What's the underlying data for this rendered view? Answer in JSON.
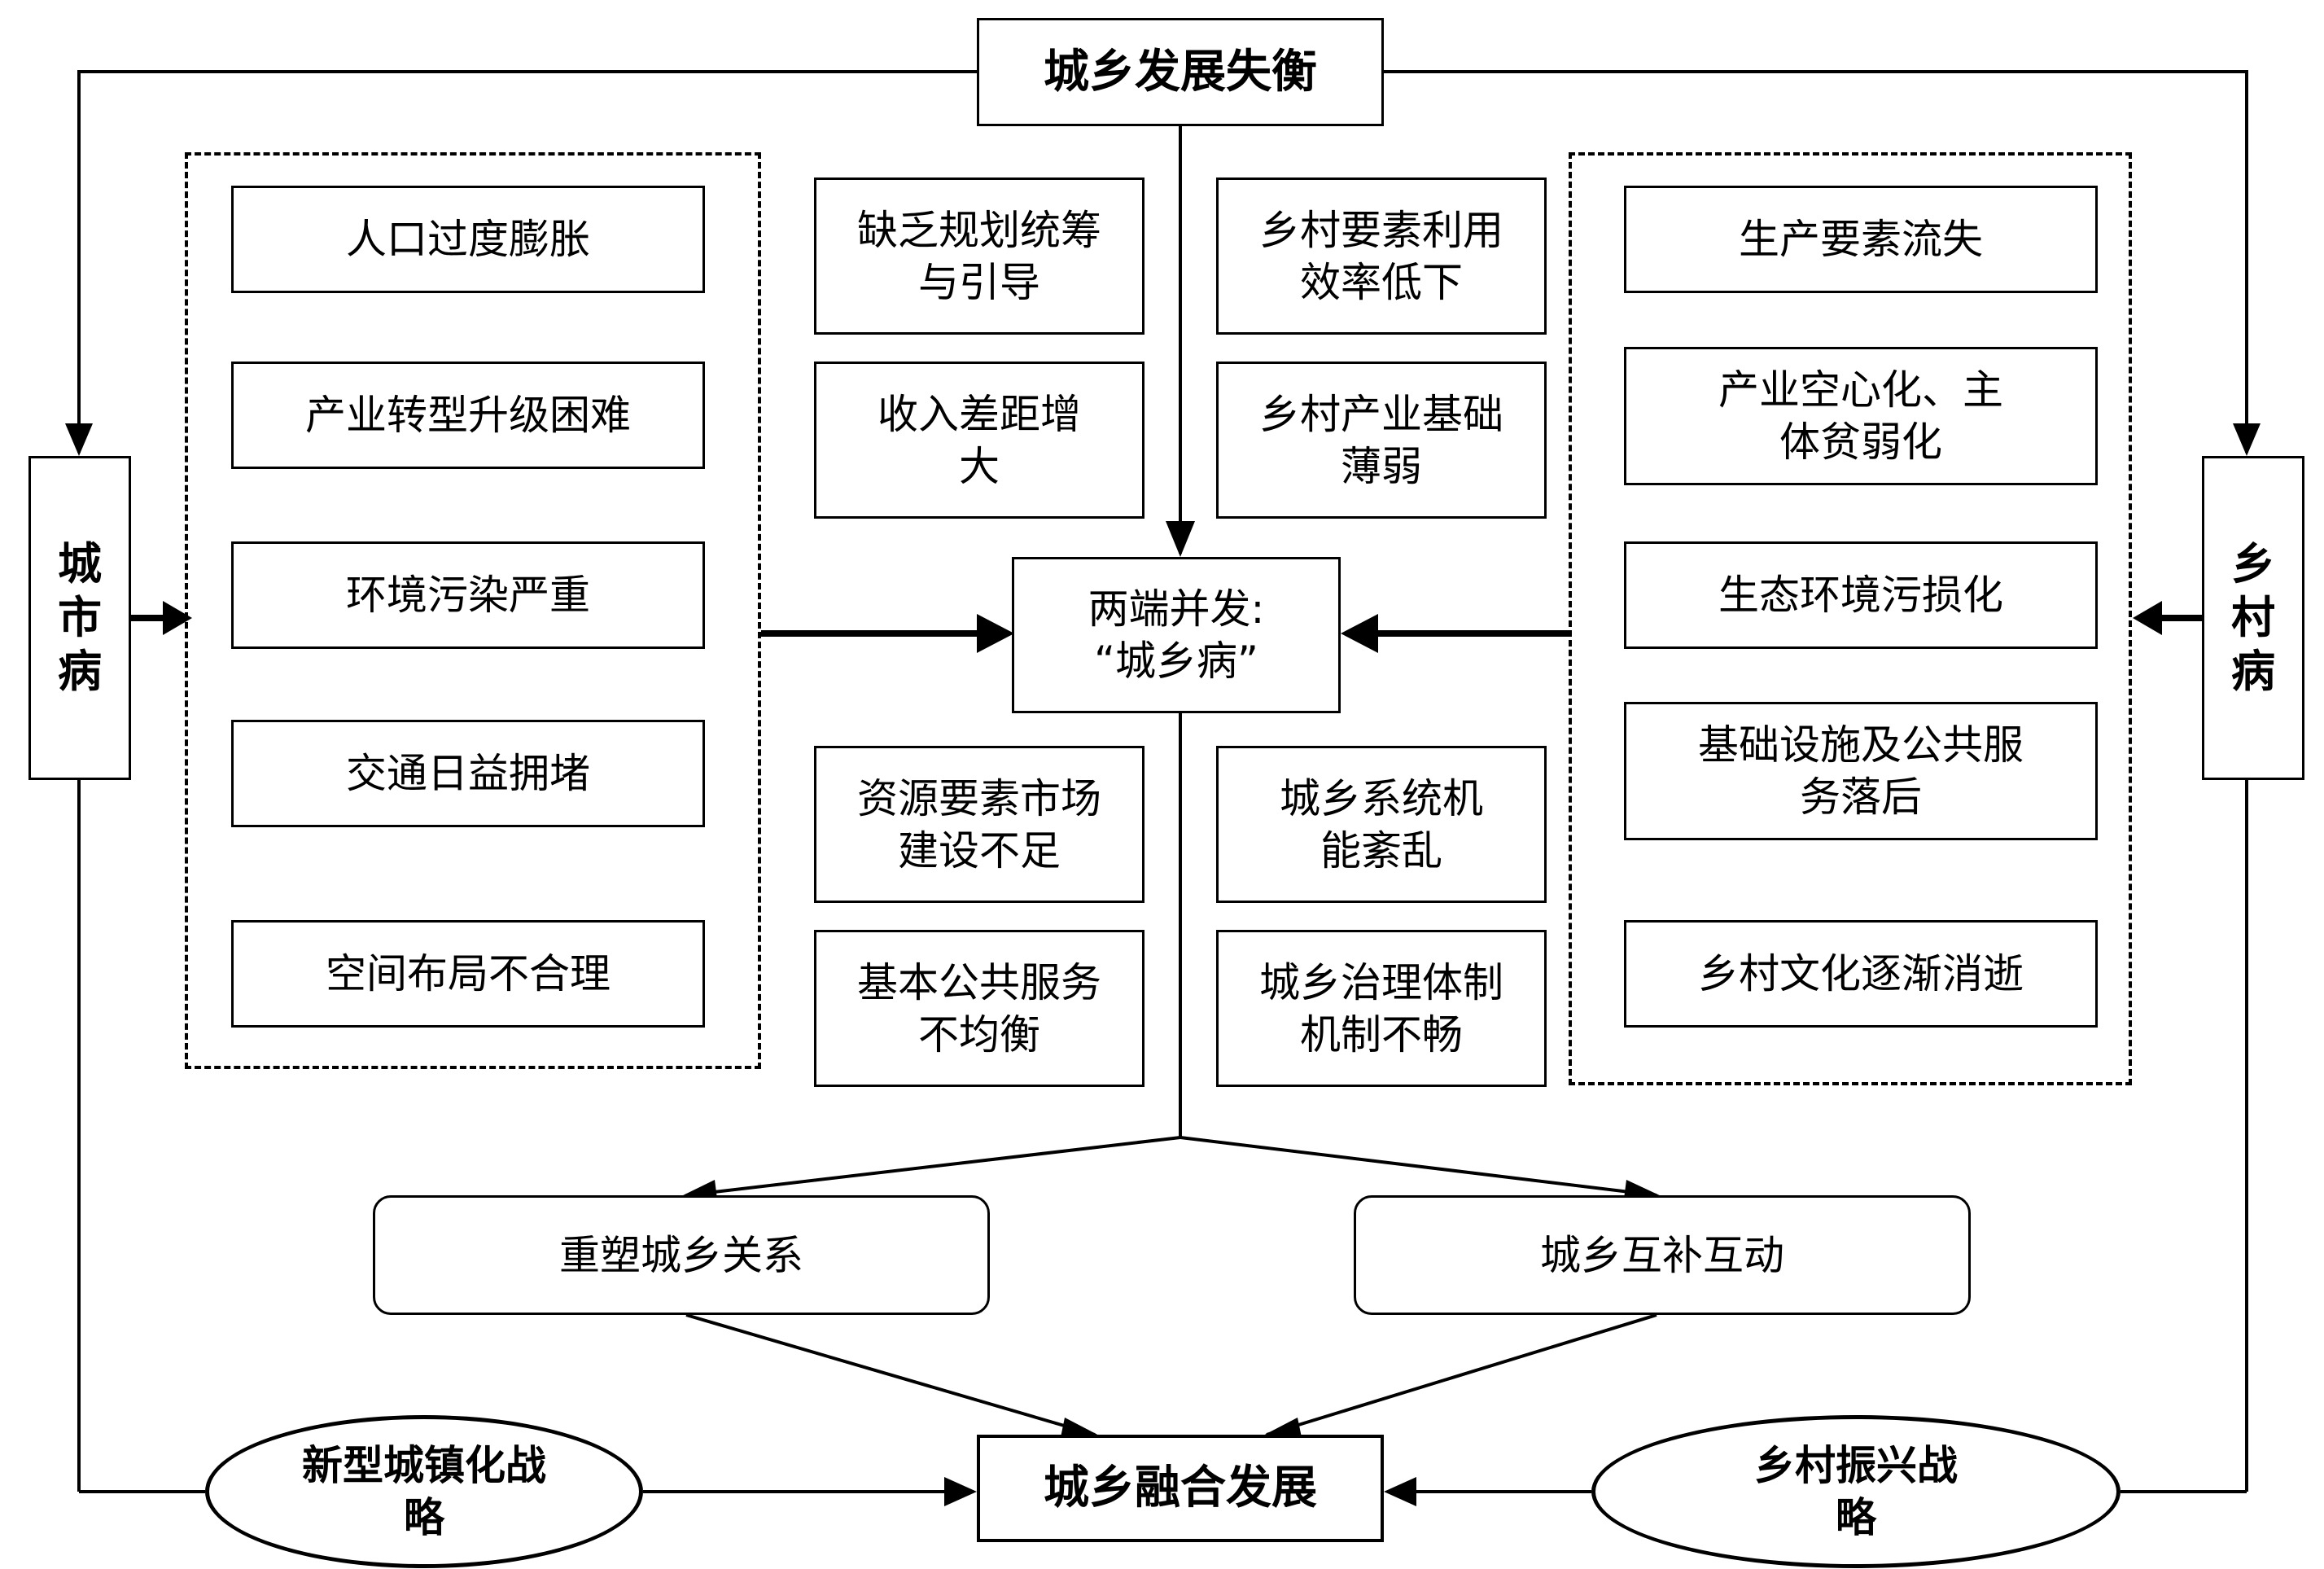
{
  "top": {
    "title": "城乡发展失衡"
  },
  "center": {
    "line1": "两端并发:",
    "line2": "“城乡病”"
  },
  "city_side": {
    "label": "城\n市\n病",
    "items": [
      "人口过度膨胀",
      "产业转型升级困难",
      "环境污染严重",
      "交通日益拥堵",
      "空间布局不合理"
    ]
  },
  "rural_side": {
    "label": "乡\n村\n病",
    "items": [
      "生产要素流失",
      "产业空心化、主体贫弱化",
      "生态环境污损化",
      "基础设施及公共服务落后",
      "乡村文化逐渐消逝"
    ]
  },
  "causes_upper_left": [
    "缺乏规划统筹与引导",
    "收入差距增大"
  ],
  "causes_upper_right": [
    "乡村要素利用效率低下",
    "乡村产业基础薄弱"
  ],
  "causes_lower_left": [
    "资源要素市场建设不足",
    "基本公共服务不均衡"
  ],
  "causes_lower_right": [
    "城乡系统机能紊乱",
    "城乡治理体制机制不畅"
  ],
  "actions": [
    "重塑城乡关系",
    "城乡互补互动"
  ],
  "strategies": {
    "left": "新型城镇化战略",
    "right": "乡村振兴战略"
  },
  "result": "城乡融合发展"
}
